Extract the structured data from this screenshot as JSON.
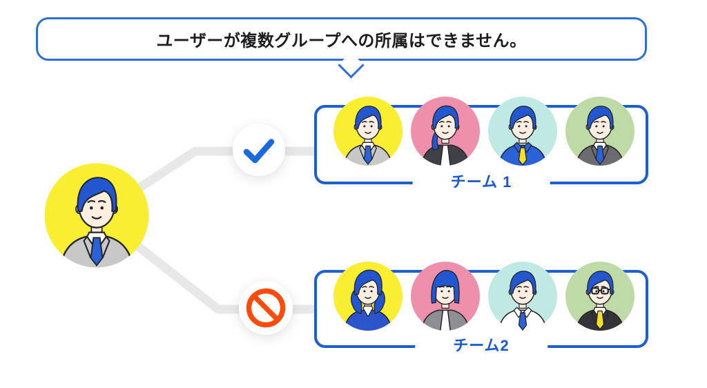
{
  "bubble": {
    "text": "ユーザーが複数グループへの所属はできません。"
  },
  "user": {
    "persona": {
      "name": "man-gray-suit",
      "type": "male",
      "hair": "short",
      "torso": "suit",
      "suit": "#c8c8c8",
      "tie": "#2a62d8",
      "bg": "#f9ee32"
    }
  },
  "links": [
    {
      "target": "チーム 1",
      "status": "allowed",
      "icon": "check-icon"
    },
    {
      "target": "チーム2",
      "status": "forbidden",
      "icon": "prohibited-icon"
    }
  ],
  "teams": [
    {
      "label": "チーム 1",
      "members": [
        {
          "name": "man-gray-suit",
          "type": "male",
          "hair": "short",
          "torso": "suit",
          "suit": "#c8c8c8",
          "tie": "#2a62d8",
          "bg": "#f9ee32"
        },
        {
          "name": "woman-ponytail",
          "type": "female",
          "hair": "ponytail",
          "torso": "jacket",
          "suit": "#404048",
          "bg": "#ee8fac"
        },
        {
          "name": "man-blue-shirt",
          "type": "male",
          "hair": "short",
          "torso": "shirt",
          "suit": "#2a62d8",
          "tie": "#f4e224",
          "bg": "#bfe9e2"
        },
        {
          "name": "man-dark-suit",
          "type": "male",
          "hair": "short",
          "torso": "suit",
          "suit": "#6b6b70",
          "tie": "#2a62d8",
          "bg": "#bedaa6"
        }
      ]
    },
    {
      "label": "チーム2",
      "members": [
        {
          "name": "woman-curly",
          "type": "female",
          "hair": "curly",
          "torso": "vneck",
          "suit": "#2c55cc",
          "bg": "#f9ee32"
        },
        {
          "name": "woman-bob",
          "type": "female",
          "hair": "bob",
          "torso": "jacket",
          "suit": "#8e8e93",
          "bg": "#ee8fac"
        },
        {
          "name": "man-white-shirt",
          "type": "male",
          "hair": "short",
          "torso": "shirt",
          "suit": "#ffffff",
          "tie": "#2a62d8",
          "bg": "#bfe9e2"
        },
        {
          "name": "man-glasses-suit",
          "type": "male",
          "hair": "short",
          "torso": "suit",
          "suit": "#333338",
          "tie": "#f4df2a",
          "glasses": true,
          "bg": "#bedaa6"
        }
      ]
    }
  ],
  "colors": {
    "accent_blue": "#1d5ed4",
    "label_blue": "#1757d3",
    "bubble_border": "#2e6ed8",
    "check_blue": "#1c68dd",
    "prohibit_orange": "#fc4c0c",
    "connector_gray": "#e8e8e8",
    "text_black": "#1c1c1e",
    "hair_blue": "#2257d0",
    "skin": "#fdeee2",
    "outline": "#26262b"
  }
}
